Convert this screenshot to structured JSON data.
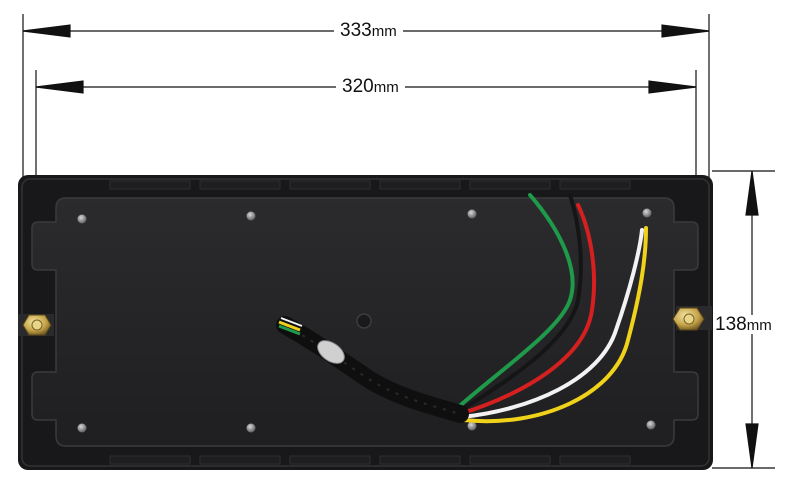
{
  "dimensions": {
    "overall_width": {
      "value": "333",
      "unit": "mm"
    },
    "inner_width": {
      "value": "320",
      "unit": "mm"
    },
    "height": {
      "value": "138",
      "unit": "mm"
    }
  },
  "colors": {
    "housing": "#1c1c1e",
    "plate": "#262628",
    "wire_green": "#1f9a4a",
    "wire_black": "#151515",
    "wire_red": "#d62020",
    "wire_white": "#f2f2f2",
    "wire_yellow": "#f0d21a"
  }
}
